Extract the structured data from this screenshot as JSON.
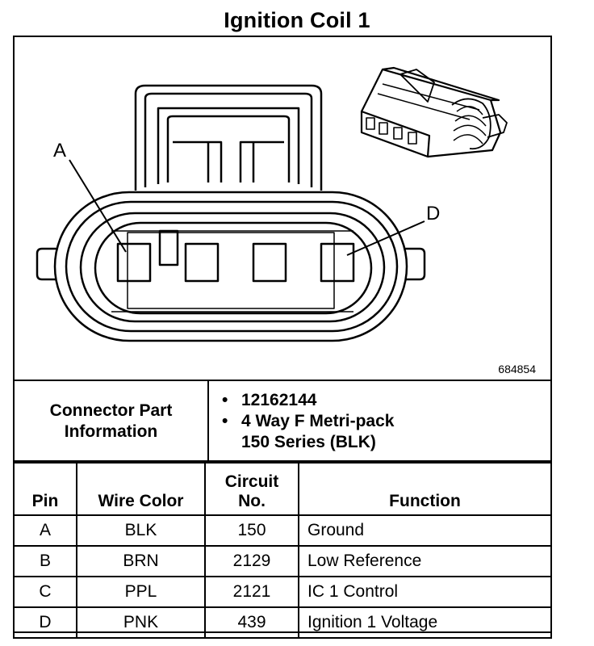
{
  "title": "Ignition Coil 1",
  "figure_number": "684854",
  "pin_callouts": {
    "a": "A",
    "d": "D"
  },
  "connector_info": {
    "label_line1": "Connector Part",
    "label_line2": "Information",
    "part_number": "12162144",
    "description_line1": "4 Way F Metri-pack",
    "description_line2": "150 Series (BLK)"
  },
  "table": {
    "headers": {
      "pin": "Pin",
      "wire_color": "Wire Color",
      "circuit_line1": "Circuit",
      "circuit_line2": "No.",
      "function": "Function"
    },
    "rows": [
      {
        "pin": "A",
        "wire_color": "BLK",
        "circuit": "150",
        "function": "Ground"
      },
      {
        "pin": "B",
        "wire_color": "BRN",
        "circuit": "2129",
        "function": "Low Reference"
      },
      {
        "pin": "C",
        "wire_color": "PPL",
        "circuit": "2121",
        "function": "IC 1 Control"
      },
      {
        "pin": "D",
        "wire_color": "PNK",
        "circuit": "439",
        "function": "Ignition 1 Voltage"
      }
    ]
  }
}
